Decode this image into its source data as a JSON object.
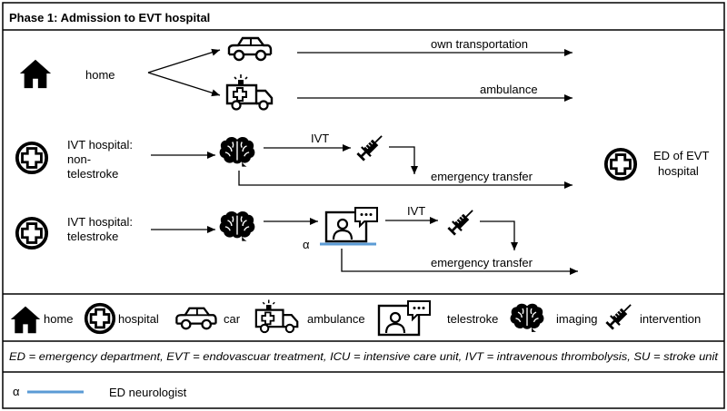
{
  "phase_title": "Phase 1: Admission to EVT hospital",
  "nodes": {
    "home": "home",
    "ivt_non_tele": [
      "IVT hospital:",
      "non-",
      "telestroke"
    ],
    "ivt_tele": [
      "IVT hospital:",
      "telestroke"
    ],
    "ed_evt": [
      "ED of EVT",
      "hospital"
    ]
  },
  "edges": {
    "own_transport": "own transportation",
    "ambulance": "ambulance",
    "ivt_1": "IVT",
    "emergency_transfer_1": "emergency transfer",
    "ivt_2": "IVT",
    "emergency_transfer_2": "emergency transfer",
    "alpha": "α"
  },
  "legend": {
    "home": "home",
    "hospital": "hospital",
    "car": "car",
    "ambulance": "ambulance",
    "telestroke": "telestroke",
    "imaging": "imaging",
    "intervention": "intervention"
  },
  "abbreviations": "ED = emergency department, EVT = endovascuar treatment, ICU = intensive care unit, IVT = intravenous thrombolysis, SU = stroke unit",
  "footer_legend": {
    "symbol": "α",
    "label": "ED neurologist",
    "line_color": "#5b9bd5"
  },
  "colors": {
    "accent_line": "#5b9bd5",
    "border": "#000000"
  },
  "icons": [
    "house-icon",
    "hospital-cross-icon",
    "car-icon",
    "ambulance-icon",
    "brain-icon",
    "syringe-icon",
    "telestroke-monitor-icon"
  ]
}
